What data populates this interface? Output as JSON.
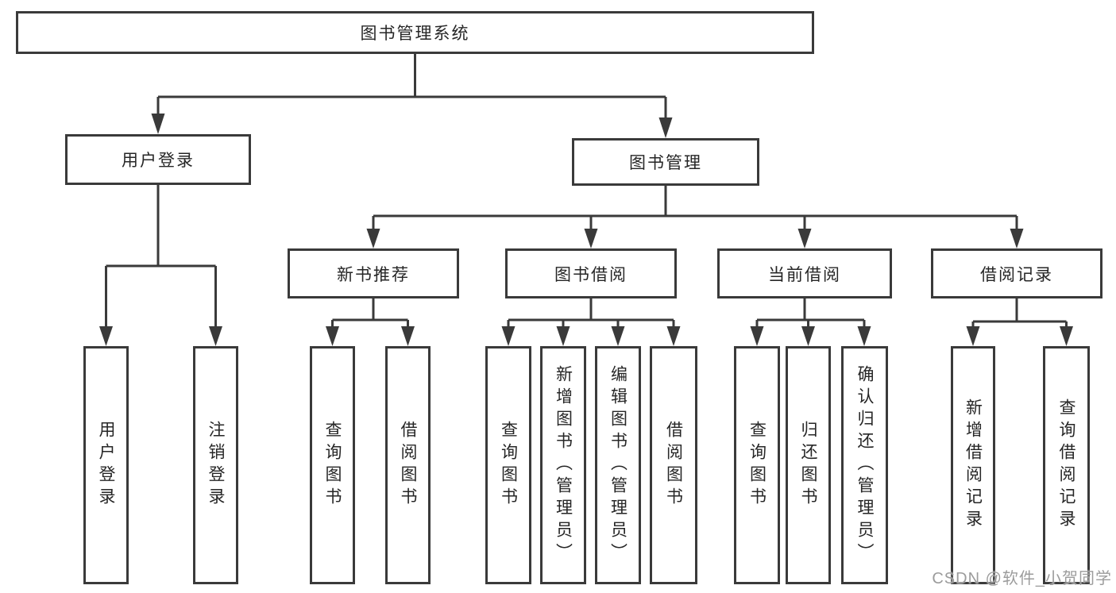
{
  "diagram": {
    "type": "feature-tree",
    "colors": {
      "background": "#ffffff",
      "line": "#3a3a3a",
      "box_border": "#3a3a3a",
      "box_fill": "#ffffff",
      "text": "#262626",
      "watermark": "#9c9c9c"
    },
    "watermark": "CSDN @软件_小贺同学",
    "tree": {
      "root": {
        "label": "图书管理系统"
      },
      "children": [
        {
          "label": "用户登录",
          "children": [
            {
              "label": "用户登录"
            },
            {
              "label": "注销登录"
            }
          ]
        },
        {
          "label": "图书管理",
          "children": [
            {
              "label": "新书推荐",
              "children": [
                {
                  "label": "查询图书"
                },
                {
                  "label": "借阅图书"
                }
              ]
            },
            {
              "label": "图书借阅",
              "children": [
                {
                  "label": "查询图书"
                },
                {
                  "label": "新增图书（管理员）"
                },
                {
                  "label": "编辑图书（管理员）"
                },
                {
                  "label": "借阅图书"
                }
              ]
            },
            {
              "label": "当前借阅",
              "children": [
                {
                  "label": "查询图书"
                },
                {
                  "label": "归还图书"
                },
                {
                  "label": "确认归还（管理员）"
                }
              ]
            },
            {
              "label": "借阅记录",
              "children": [
                {
                  "label": "新增借阅记录"
                },
                {
                  "label": "查询借阅记录"
                }
              ]
            }
          ]
        }
      ]
    }
  }
}
